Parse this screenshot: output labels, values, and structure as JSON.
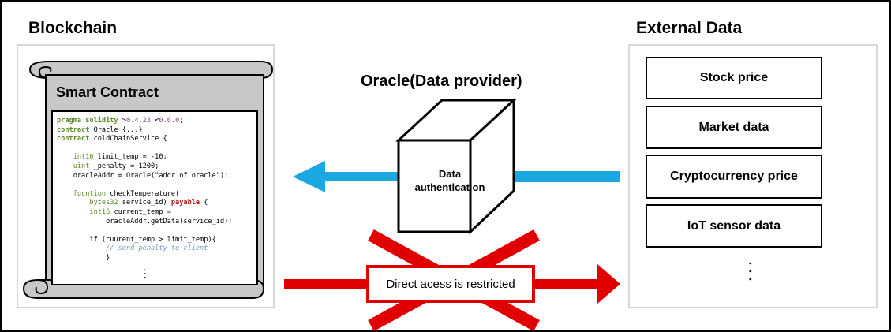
{
  "sections": {
    "blockchain": "Blockchain",
    "external": "External Data",
    "oracle": "Oracle(Data provider)"
  },
  "contract": {
    "title": "Smart Contract",
    "code": [
      [
        {
          "t": "pragma solidity ",
          "c": "kw"
        },
        {
          "t": ">",
          "c": ""
        },
        {
          "t": "0.4.23",
          "c": "num"
        },
        {
          "t": " <",
          "c": ""
        },
        {
          "t": "0.6.0",
          "c": "num"
        },
        {
          "t": ";",
          "c": ""
        }
      ],
      [
        {
          "t": "contract ",
          "c": "kw"
        },
        {
          "t": "Oracle {...}",
          "c": ""
        }
      ],
      [
        {
          "t": "contract ",
          "c": "kw"
        },
        {
          "t": "coldChainService {",
          "c": ""
        }
      ],
      [
        {
          "t": "",
          "c": ""
        }
      ],
      [
        {
          "t": "    ",
          "c": ""
        },
        {
          "t": "int16",
          "c": "ty"
        },
        {
          "t": " limit_temp = -10;",
          "c": ""
        }
      ],
      [
        {
          "t": "    ",
          "c": ""
        },
        {
          "t": "uint",
          "c": "ty"
        },
        {
          "t": " _penalty = 1200;",
          "c": ""
        }
      ],
      [
        {
          "t": "    oracleAddr = Oracle(\"addr of oracle\");",
          "c": ""
        }
      ],
      [
        {
          "t": "",
          "c": ""
        }
      ],
      [
        {
          "t": "    ",
          "c": ""
        },
        {
          "t": "fucntion",
          "c": "ty"
        },
        {
          "t": " checkTemperature(",
          "c": ""
        }
      ],
      [
        {
          "t": "        ",
          "c": ""
        },
        {
          "t": "bytes32",
          "c": "ty"
        },
        {
          "t": " service_id) ",
          "c": ""
        },
        {
          "t": "payable",
          "c": "red"
        },
        {
          "t": " {",
          "c": ""
        }
      ],
      [
        {
          "t": "        ",
          "c": ""
        },
        {
          "t": "int16",
          "c": "ty"
        },
        {
          "t": " current_temp =",
          "c": ""
        }
      ],
      [
        {
          "t": "            oracleAddr.getData(service_id);",
          "c": ""
        }
      ],
      [
        {
          "t": "",
          "c": ""
        }
      ],
      [
        {
          "t": "        if (cuurent_temp > limit_temp){",
          "c": ""
        }
      ],
      [
        {
          "t": "            ",
          "c": ""
        },
        {
          "t": "// send penalty to client",
          "c": "cm"
        }
      ],
      [
        {
          "t": "            }",
          "c": ""
        }
      ]
    ]
  },
  "oracle_node": {
    "label_line1": "Data",
    "label_line2": "authentication"
  },
  "external_items": [
    "Stock price",
    "Market data",
    "Cryptocurrency price",
    "IoT sensor data"
  ],
  "restriction": {
    "label": "Direct acess is restricted"
  },
  "colors": {
    "flow_arrow": "#1ba8e0",
    "restricted": "#e00000",
    "scroll_fill": "#c8c8c8",
    "panel_border": "#b0b0b0"
  },
  "icons": {
    "scroll": "scroll-icon",
    "cube": "cube-icon",
    "cross": "cross-mark-icon"
  }
}
